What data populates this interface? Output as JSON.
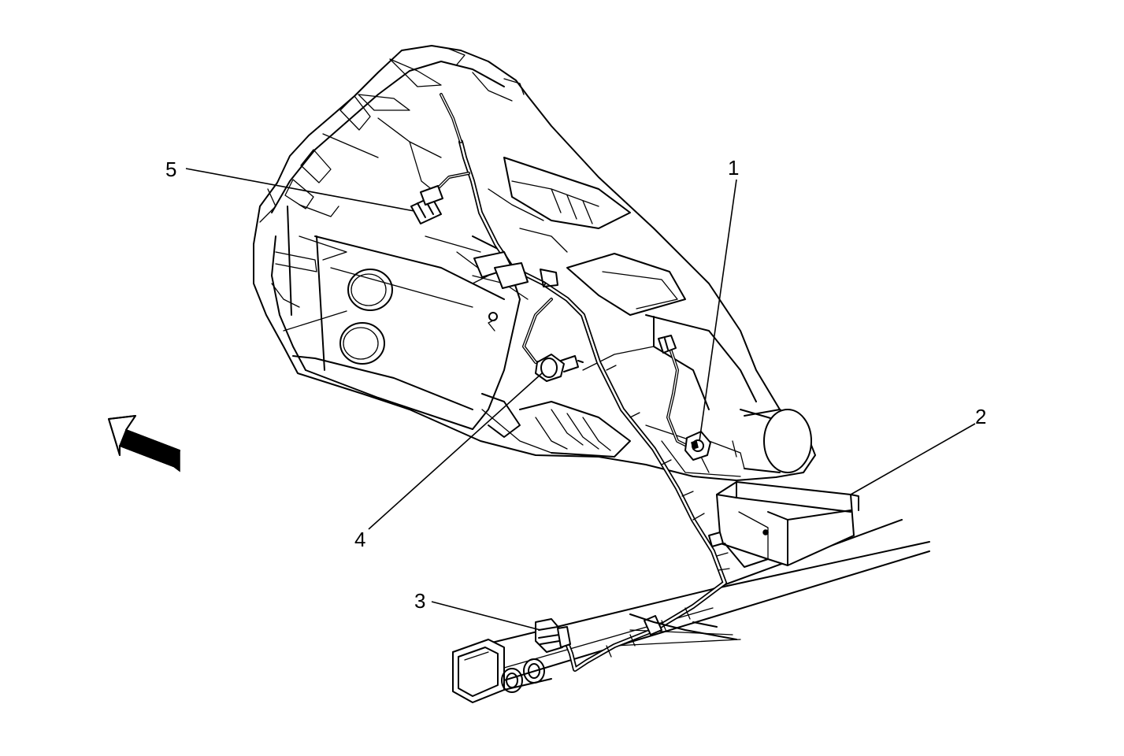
{
  "callouts": [
    {
      "id": "1",
      "label": "1"
    },
    {
      "id": "2",
      "label": "2"
    },
    {
      "id": "3",
      "label": "3"
    },
    {
      "id": "4",
      "label": "4"
    },
    {
      "id": "5",
      "label": "5"
    }
  ],
  "colors": {
    "line": "#000000",
    "background": "#ffffff"
  },
  "icons": {
    "direction_arrow": "forward-arrow-icon"
  }
}
